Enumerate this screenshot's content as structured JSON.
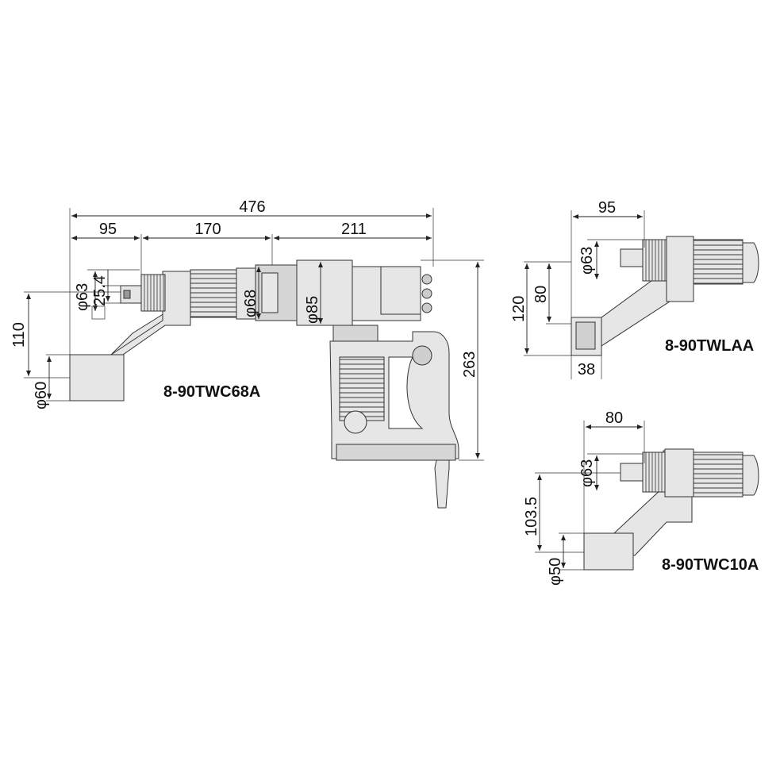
{
  "main_tool": {
    "model": "8-90TWC68A",
    "overall_length": "476",
    "seg_1": "95",
    "seg_2": "170",
    "seg_3": "211",
    "socket_dia": "φ63",
    "square_drive": "25.4",
    "body_dia_1": "φ68",
    "body_dia_2": "φ85",
    "offset_height": "110",
    "outer_socket_dia": "φ60",
    "total_height": "263"
  },
  "variant_lower_angle": {
    "model": "8-90TWLAA",
    "length": "95",
    "socket_dia": "φ63",
    "height_1": "80",
    "height_2": "120",
    "width": "38"
  },
  "variant_c10": {
    "model": "8-90TWC10A",
    "length": "80",
    "socket_dia": "φ63",
    "height": "103.5",
    "outer_socket_dia": "φ50"
  },
  "colors": {
    "body_fill": "#e6e6e6",
    "dark_fill": "#bdbdbd",
    "line": "#222222",
    "background": "#ffffff"
  }
}
